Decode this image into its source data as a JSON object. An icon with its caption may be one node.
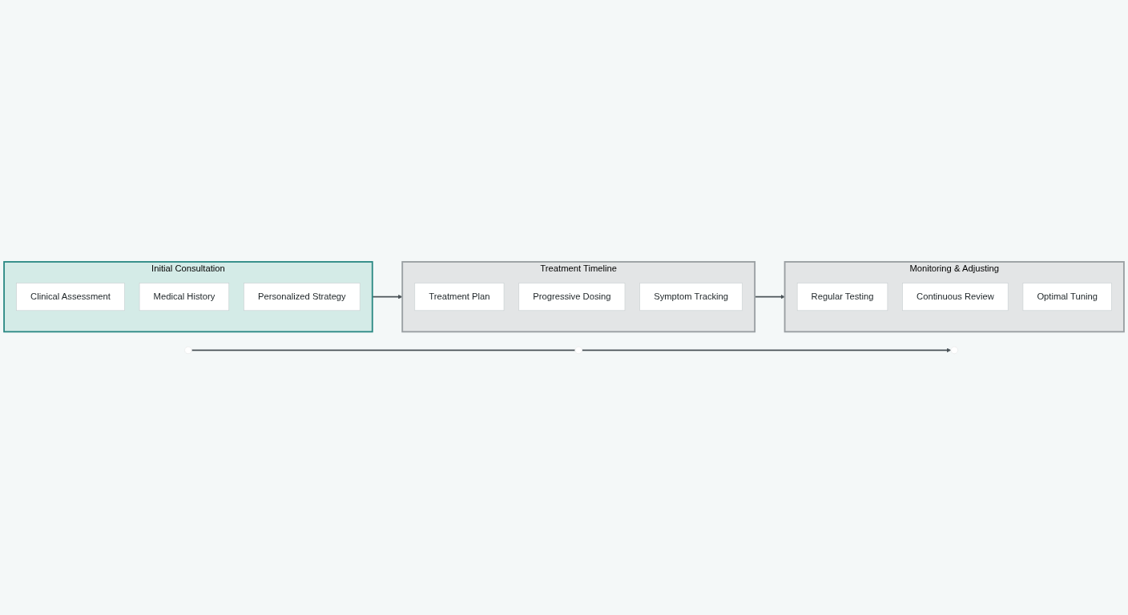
{
  "diagram": {
    "nodes": [
      {
        "text": [],
        "shape": "circle"
      },
      {
        "text": [],
        "shape": "circle"
      },
      {
        "text": [],
        "shape": "circle"
      },
      {
        "text": [
          "Initial Consultation"
        ]
      },
      {
        "text": [
          "Clinical Assessment"
        ],
        "in": 3
      },
      {
        "text": [
          "Medical History"
        ],
        "in": 3
      },
      {
        "text": [
          "Personalized Strategy"
        ],
        "in": 3
      },
      {
        "text": [
          "Treatment Timeline"
        ]
      },
      {
        "text": [
          "Treatment Plan"
        ],
        "in": 7
      },
      {
        "text": [
          "Progressive Dosing"
        ],
        "in": 7
      },
      {
        "text": [
          "Symptom Tracking"
        ],
        "in": 7
      },
      {
        "text": [
          "Monitoring & Adjusting"
        ]
      },
      {
        "text": [
          "Regular Testing"
        ],
        "in": 11
      },
      {
        "text": [
          "Continuous Review"
        ],
        "in": 11
      },
      {
        "text": [
          "Optimal Tuning"
        ],
        "in": 11
      }
    ],
    "edges": [
      {
        "from": 0,
        "to": 1,
        "arrow": "none"
      },
      {
        "from": 1,
        "to": 2,
        "arrow": "to"
      },
      {
        "from": 3,
        "to": 7,
        "arrow": "to"
      },
      {
        "from": 7,
        "to": 11,
        "arrow": "to"
      }
    ]
  }
}
